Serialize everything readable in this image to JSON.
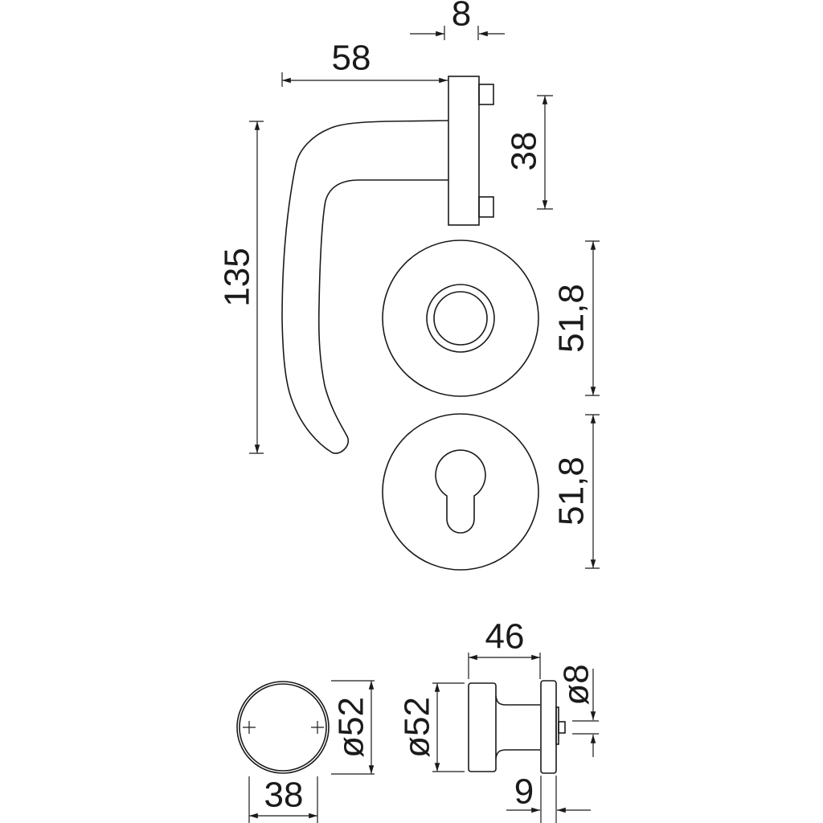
{
  "dimensions": {
    "rose_thickness": "8",
    "handle_projection": "58",
    "post_spacing": "38",
    "handle_length": "135",
    "rosette_height_top": "51,8",
    "rosette_height_bottom": "51,8",
    "knob_face_diameter": "ø52",
    "knob_front_width": "38",
    "knob_projection": "46",
    "knob_side_diameter": "ø52",
    "spindle_diameter": "ø8",
    "knob_rose_thickness": "9"
  },
  "colors": {
    "line": "#1a1a1a",
    "background": "#ffffff"
  }
}
